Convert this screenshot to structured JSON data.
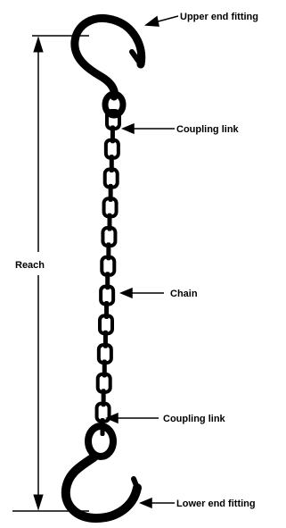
{
  "labels": {
    "upper_end_fitting": "Upper end fitting",
    "coupling_link_upper": "Coupling link",
    "reach": "Reach",
    "chain": "Chain",
    "coupling_link_lower": "Coupling link",
    "lower_end_fitting": "Lower end fitting"
  },
  "colors": {
    "ink": "#000000",
    "background": "#ffffff"
  }
}
